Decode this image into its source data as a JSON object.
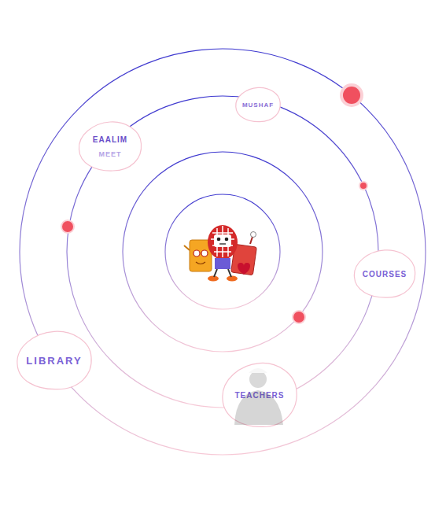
{
  "diagram": {
    "nodes": [
      {
        "text": [
          "MUSHAF"
        ]
      },
      {
        "text": [
          "EAALIM",
          "MEET"
        ]
      },
      {
        "text": [
          "COURSES"
        ]
      },
      {
        "text": [
          "LIBRARY"
        ]
      },
      {
        "text": [
          "TEACHERS"
        ]
      }
    ]
  }
}
